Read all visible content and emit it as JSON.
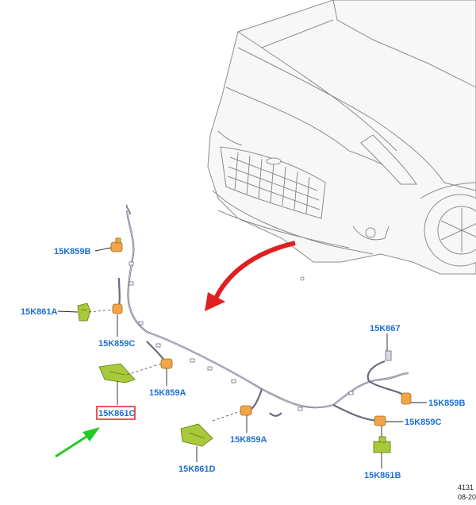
{
  "diagram": {
    "parts": {
      "sensor_upper_left": "15K859B",
      "bracket_left_upper": "15K861A",
      "sensor_left_mid": "15K859C",
      "harness_connector": "15K867",
      "bracket_left_lower": "15K861C",
      "sensor_left_lower": "15K859A",
      "sensor_right_upper": "15K859B",
      "sensor_center": "15K859A",
      "sensor_right_lower": "15K859C",
      "bracket_center": "15K861D",
      "bracket_right": "15K861B"
    },
    "highlighted_part": "15K861C",
    "reference": {
      "number": "4131",
      "date": "08-20"
    },
    "colors": {
      "label": "#1c6fd6",
      "highlight_box": "#e02020",
      "red_arrow": "#e02020",
      "green_arrow": "#22cc22",
      "sensor": "#f0a648",
      "bracket": "#a9c93a"
    }
  }
}
